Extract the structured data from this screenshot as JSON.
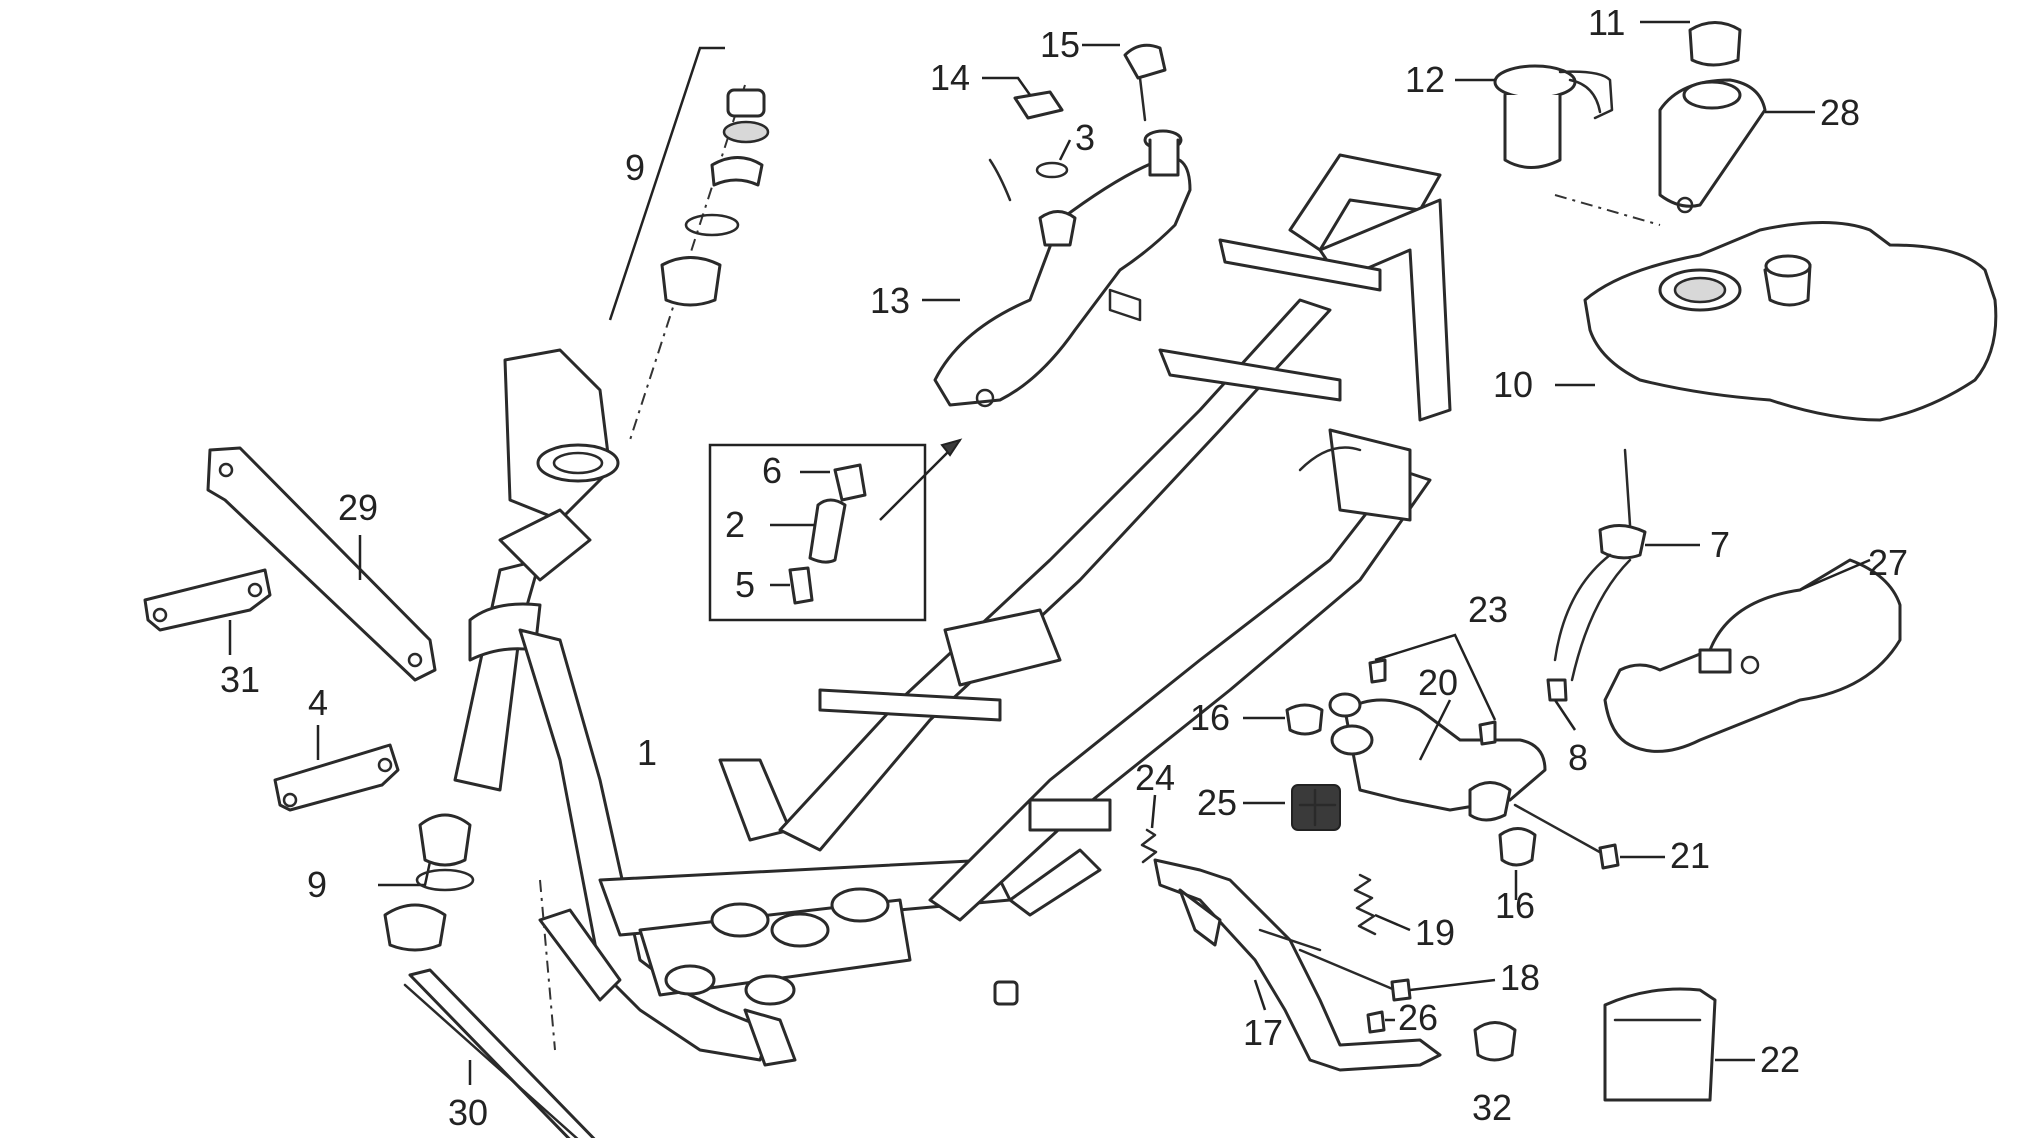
{
  "diagram": {
    "callouts": {
      "c1": "1",
      "c2": "2",
      "c3": "3",
      "c4": "4",
      "c5": "5",
      "c6": "6",
      "c7": "7",
      "c8": "8",
      "c9_top": "9",
      "c9_bottom": "9",
      "c10": "10",
      "c11": "11",
      "c12": "12",
      "c13": "13",
      "c14": "14",
      "c15": "15",
      "c16_left": "16",
      "c16_right": "16",
      "c17": "17",
      "c18": "18",
      "c19": "19",
      "c20": "20",
      "c21": "21",
      "c22": "22",
      "c23": "23",
      "c24": "24",
      "c25": "25",
      "c26": "26",
      "c27": "27",
      "c28": "28",
      "c29": "29",
      "c30": "30",
      "c31": "31",
      "c32": "32"
    }
  }
}
